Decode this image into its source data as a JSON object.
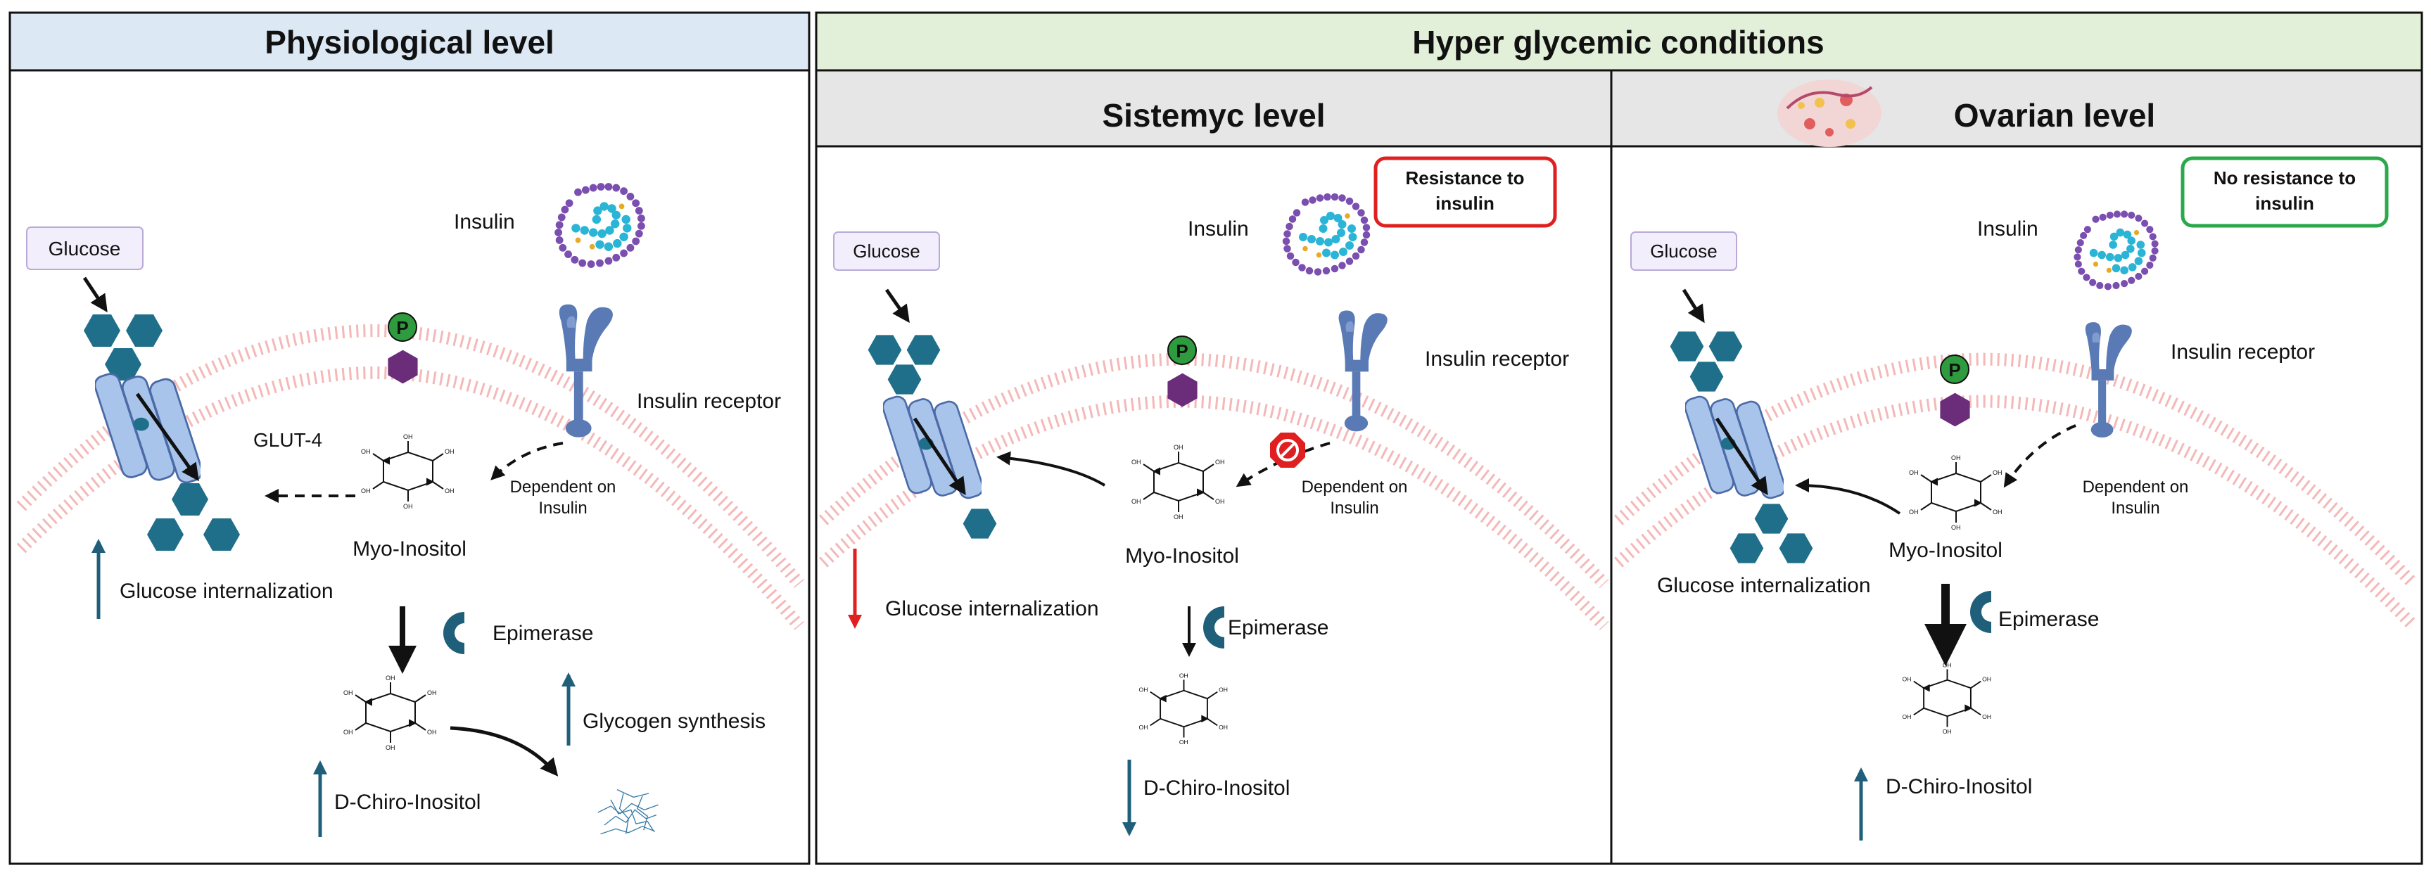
{
  "panels": {
    "physiological": {
      "title": "Physiological level",
      "glucose": "Glucose",
      "insulin": "Insulin",
      "insulin_receptor": "Insulin receptor",
      "glut4": "GLUT-4",
      "myo_inositol": "Myo-Inositol",
      "dependent_line1": "Dependent on",
      "dependent_line2": "Insulin",
      "glucose_internalization": "Glucose internalization",
      "epimerase": "Epimerase",
      "glycogen_synthesis": "Glycogen synthesis",
      "d_chiro_inositol": "D-Chiro-Inositol"
    },
    "hyperglycemic": {
      "title": "Hyper glycemic conditions",
      "systemic": {
        "title": "Sistemyc level",
        "badge_line1": "Resistance to",
        "badge_line2": "insulin",
        "glucose": "Glucose",
        "insulin": "Insulin",
        "insulin_receptor": "Insulin receptor",
        "myo_inositol": "Myo-Inositol",
        "dependent_line1": "Dependent on",
        "dependent_line2": "Insulin",
        "glucose_internalization": "Glucose internalization",
        "epimerase": "Epimerase",
        "d_chiro_inositol": "D-Chiro-Inositol"
      },
      "ovarian": {
        "title": "Ovarian level",
        "badge_line1": "No resistance to",
        "badge_line2": "insulin",
        "glucose": "Glucose",
        "insulin": "Insulin",
        "insulin_receptor": "Insulin receptor",
        "myo_inositol": "Myo-Inositol",
        "dependent_line1": "Dependent on",
        "dependent_line2": "Insulin",
        "glucose_internalization": "Glucose internalization",
        "epimerase": "Epimerase",
        "d_chiro_inositol": "D-Chiro-Inositol"
      }
    }
  },
  "symbols": {
    "phosphate": "P",
    "oh": "OH"
  },
  "colors": {
    "physiological_header": "#dce9f5",
    "hyper_header": "#e2f0d9",
    "sub_header": "#e7e6e6",
    "glucose_hex": "#1f6f8b",
    "inositol_hex": "#6b2d7a",
    "phosphate": "#2e9b3e",
    "membrane": "#f4b8b8",
    "receptor": "#5a7ab5",
    "glut": "#a9c4ea",
    "resistance_border": "#e02020",
    "no_resistance_border": "#2aa84a",
    "up_arrow": "#1f5f7a",
    "down_arrow_red": "#e02020"
  }
}
